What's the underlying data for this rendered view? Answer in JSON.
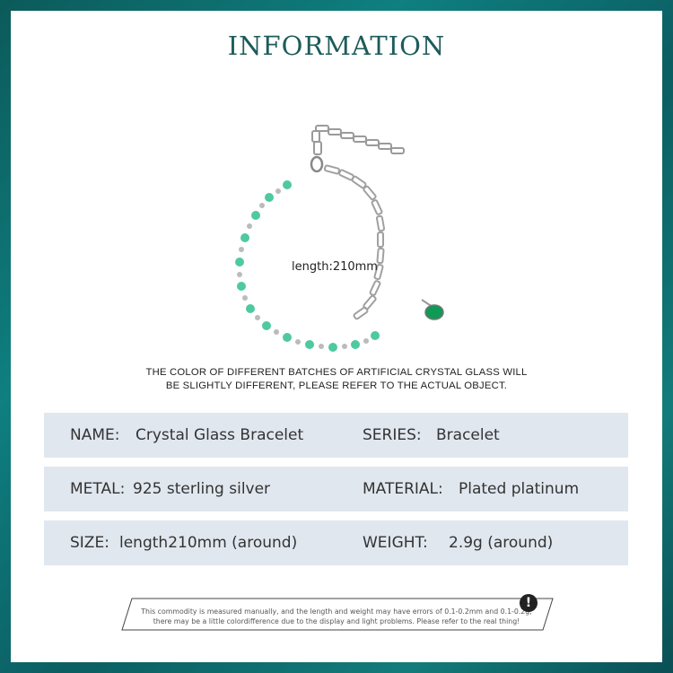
{
  "title": "INFORMATION",
  "image": {
    "length_label": "length:210mm"
  },
  "disclaimer": {
    "line1": "THE COLOR OF DIFFERENT BATCHES OF ARTIFICIAL CRYSTAL GLASS WILL",
    "line2": "BE SLIGHTLY DIFFERENT, PLEASE REFER TO THE ACTUAL OBJECT."
  },
  "specs": {
    "name_label": "NAME:",
    "name_value": "Crystal Glass Bracelet",
    "series_label": "SERIES:",
    "series_value": "Bracelet",
    "metal_label": "METAL:",
    "metal_value": "925 sterling silver",
    "material_label": "MATERIAL:",
    "material_value": "Plated platinum",
    "size_label": "SIZE:",
    "size_value": "length210mm (around)",
    "weight_label": "WEIGHT:",
    "weight_value": "2.9g (around)"
  },
  "note": {
    "line1": "This commodity is measured manually, and the length and weight may have errors of 0.1-0.2mm and 0.1-0.2g,",
    "line2": "there may be a little colordifference due to the display and light problems. Please refer to the real thing!",
    "icon_glyph": "!"
  },
  "colors": {
    "title": "#1d5c5a",
    "frame": "#0f7f80",
    "row_bg": "#e1e7ef",
    "bead_green": "#4fc9a0",
    "stone_green": "#0f9a55"
  }
}
